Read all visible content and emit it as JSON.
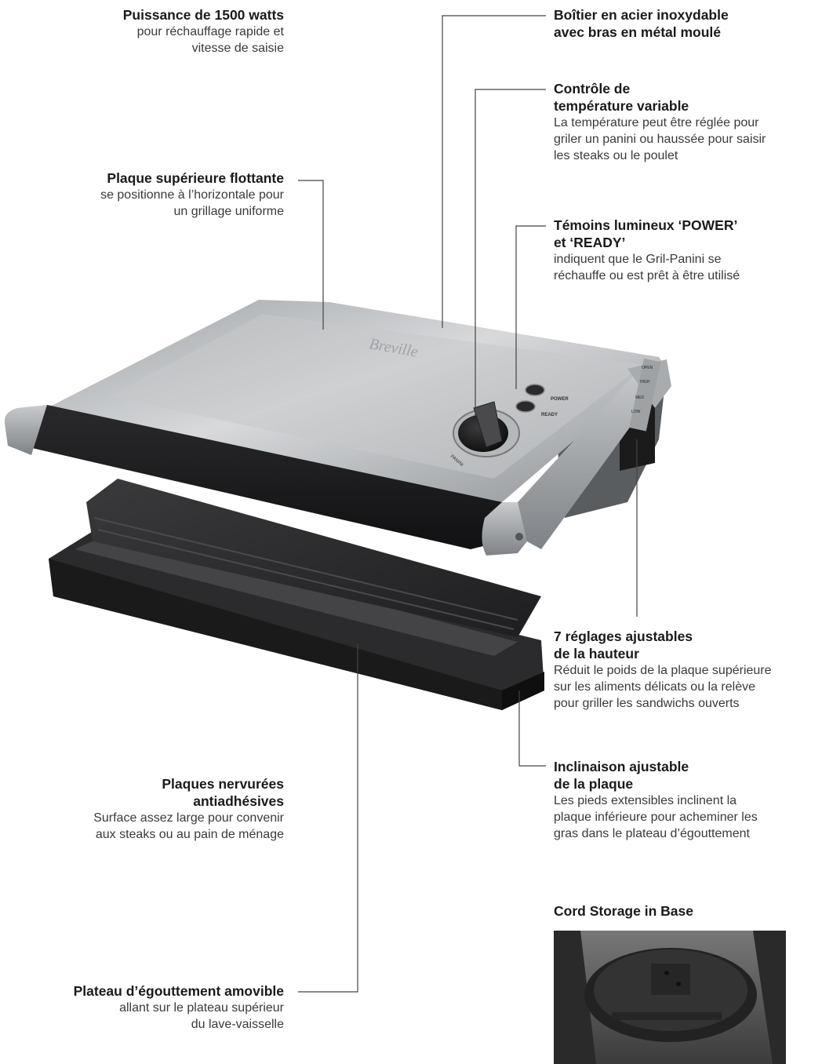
{
  "callouts": {
    "power": {
      "title": "Puissance de 1500 watts",
      "desc": [
        "pour réchauffage rapide et",
        "vitesse de saisie"
      ]
    },
    "floating_plate": {
      "title": "Plaque supérieure flottante",
      "desc": [
        "se positionne à l’horizontale pour",
        "un grillage uniforme"
      ]
    },
    "housing": {
      "title": [
        "Boîtier en acier inoxydable",
        "avec bras en métal moulé"
      ]
    },
    "temp_control": {
      "title": [
        "Contrôle de",
        "température variable"
      ],
      "desc": [
        "La température peut être réglée pour",
        "griler un panini ou haussée pour saisir",
        "les steaks ou le poulet"
      ]
    },
    "lights": {
      "title": [
        "Témoins lumineux ‘POWER’",
        "et ‘READY’"
      ],
      "desc": [
        "indiquent que le Gril-Panini se",
        "réchauffe ou est prêt à être utilisé"
      ]
    },
    "height": {
      "title": [
        "7 réglages ajustables",
        "de la hauteur"
      ],
      "desc": [
        "Réduit le poids de la plaque supérieure",
        "sur les aliments délicats ou la relève",
        "pour griller les sandwichs ouverts"
      ]
    },
    "tilt": {
      "title": [
        "Inclinaison ajustable",
        "de la plaque"
      ],
      "desc": [
        "Les pieds extensibles inclinent la",
        "plaque inférieure pour acheminer les",
        "gras dans le plateau d’égouttement"
      ]
    },
    "plates": {
      "title": [
        "Plaques nervurées",
        "antiadhésives"
      ],
      "desc": [
        "Surface assez large pour convenir",
        "aux steaks ou au pain de ménage"
      ]
    },
    "drip_tray": {
      "title": "Plateau d’égouttement amovible",
      "desc": [
        "allant sur le plateau supérieur",
        "du lave-vaisselle"
      ]
    },
    "cord": {
      "title": "Cord Storage in Base"
    }
  },
  "device": {
    "brand": "Breville",
    "power_label": "POWER",
    "ready_label": "READY",
    "dial_label": "PANINI",
    "height_labels": [
      "OPEN",
      "HIGH",
      "MED",
      "LOW"
    ]
  }
}
